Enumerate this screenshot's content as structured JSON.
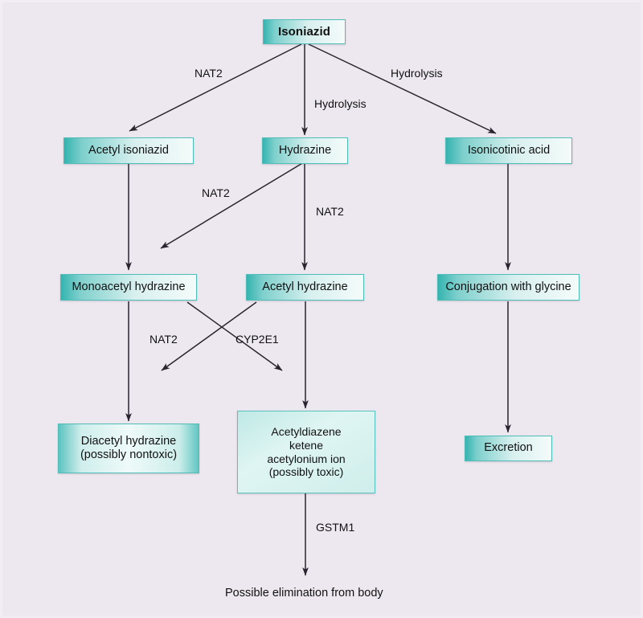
{
  "figure": {
    "background_color": "#ede7ef",
    "box_fill_start": "#35b4b0",
    "box_fill_end": "#f4fbfa",
    "box_border_color": "#4fbdb8",
    "edge_color": "#2a2430",
    "text_color": "#111111"
  },
  "nodes": {
    "isoniazid": "Isoniazid",
    "acetyl_isoniazid": "Acetyl isoniazid",
    "hydrazine": "Hydrazine",
    "isonicotinic_acid": "Isonicotinic acid",
    "monoacetyl_hydrazine": "Monoacetyl hydrazine",
    "acetyl_hydrazine": "Acetyl hydrazine",
    "conjugation_glycine": "Conjugation with glycine",
    "diacetyl_hydrazine_line1": "Diacetyl hydrazine",
    "diacetyl_hydrazine_line2": "(possibly nontoxic)",
    "acetyldiazene_line1": "Acetyldiazene",
    "acetyldiazene_line2": "ketene",
    "acetyldiazene_line3": "acetylonium ion",
    "acetyldiazene_line4": "(possibly toxic)",
    "excretion": "Excretion",
    "possible_elimination": "Possible elimination from body"
  },
  "edge_labels": {
    "isoniazid_to_acetyl_isoniazid": "NAT2",
    "isoniazid_to_hydrazine": "Hydrolysis",
    "isoniazid_to_isonicotinic": "Hydrolysis",
    "hydrazine_diagonal": "NAT2",
    "hydrazine_to_acetyl_hydrazine": "NAT2",
    "monoacetyl_cross": "NAT2",
    "acetyl_cross": "CYP2E1",
    "acetyldiazene_to_elimination": "GSTM1"
  },
  "chart_data": {
    "type": "diagram",
    "title": "Isoniazid metabolism pathway",
    "nodes": [
      {
        "id": "isoniazid",
        "label": "Isoniazid",
        "row": 0,
        "col": "center"
      },
      {
        "id": "acetyl_isoniazid",
        "label": "Acetyl isoniazid",
        "row": 1,
        "col": "left"
      },
      {
        "id": "hydrazine",
        "label": "Hydrazine",
        "row": 1,
        "col": "center"
      },
      {
        "id": "isonicotinic_acid",
        "label": "Isonicotinic acid",
        "row": 1,
        "col": "right"
      },
      {
        "id": "monoacetyl_hydrazine",
        "label": "Monoacetyl hydrazine",
        "row": 2,
        "col": "left"
      },
      {
        "id": "acetyl_hydrazine",
        "label": "Acetyl hydrazine",
        "row": 2,
        "col": "center"
      },
      {
        "id": "conjugation_glycine",
        "label": "Conjugation with glycine",
        "row": 2,
        "col": "right"
      },
      {
        "id": "diacetyl_hydrazine",
        "label": "Diacetyl hydrazine (possibly nontoxic)",
        "row": 3,
        "col": "left"
      },
      {
        "id": "acetyldiazene",
        "label": "Acetyldiazene ketene acetylonium ion (possibly toxic)",
        "row": 3,
        "col": "center"
      },
      {
        "id": "excretion",
        "label": "Excretion",
        "row": 3,
        "col": "right"
      },
      {
        "id": "possible_elimination",
        "label": "Possible elimination from body",
        "row": 4,
        "col": "center",
        "boxed": false
      }
    ],
    "edges": [
      {
        "from": "isoniazid",
        "to": "acetyl_isoniazid",
        "label": "NAT2"
      },
      {
        "from": "isoniazid",
        "to": "hydrazine",
        "label": "Hydrolysis"
      },
      {
        "from": "isoniazid",
        "to": "isonicotinic_acid",
        "label": "Hydrolysis"
      },
      {
        "from": "acetyl_isoniazid",
        "to": "monoacetyl_hydrazine",
        "label": ""
      },
      {
        "from": "hydrazine",
        "to": "monoacetyl_hydrazine",
        "label": "NAT2"
      },
      {
        "from": "hydrazine",
        "to": "acetyl_hydrazine",
        "label": "NAT2"
      },
      {
        "from": "isonicotinic_acid",
        "to": "conjugation_glycine",
        "label": ""
      },
      {
        "from": "monoacetyl_hydrazine",
        "to": "diacetyl_hydrazine",
        "label": ""
      },
      {
        "from": "monoacetyl_hydrazine",
        "to": "acetyldiazene",
        "label": "CYP2E1"
      },
      {
        "from": "acetyl_hydrazine",
        "to": "diacetyl_hydrazine",
        "label": "NAT2"
      },
      {
        "from": "acetyl_hydrazine",
        "to": "acetyldiazene",
        "label": ""
      },
      {
        "from": "conjugation_glycine",
        "to": "excretion",
        "label": ""
      },
      {
        "from": "acetyldiazene",
        "to": "possible_elimination",
        "label": "GSTM1"
      }
    ]
  }
}
